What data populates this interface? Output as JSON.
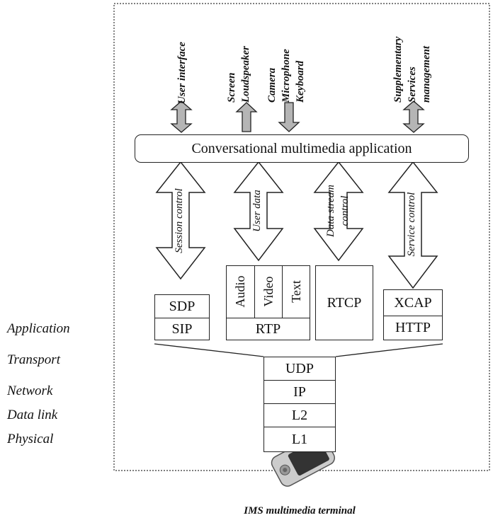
{
  "top_io": {
    "user_interface": "User interface",
    "screen": "Screen",
    "loudspeaker": "Loudspeaker",
    "camera": "Camera",
    "microphone": "Microphone",
    "keyboard": "Keyboard",
    "supplementary": "Supplementary",
    "services": "Services",
    "management": "management"
  },
  "app_box": "Conversational multimedia application",
  "flows": {
    "session_control": "Session control",
    "user_data": "User data",
    "data_stream_control_1": "Data stream",
    "data_stream_control_2": "control",
    "service_control": "Service control"
  },
  "protocols": {
    "sdp": "SDP",
    "sip": "SIP",
    "audio": "Audio",
    "video": "Video",
    "text": "Text",
    "rtp": "RTP",
    "rtcp": "RTCP",
    "xcap": "XCAP",
    "http": "HTTP"
  },
  "stack": [
    "UDP",
    "IP",
    "L2",
    "L1"
  ],
  "layers": [
    "Application",
    "Transport",
    "Network",
    "Data link",
    "Physical"
  ],
  "caption": "IMS multimedia terminal",
  "colors": {
    "arrow_fill": "#b5b5b5",
    "border": "#222222"
  }
}
